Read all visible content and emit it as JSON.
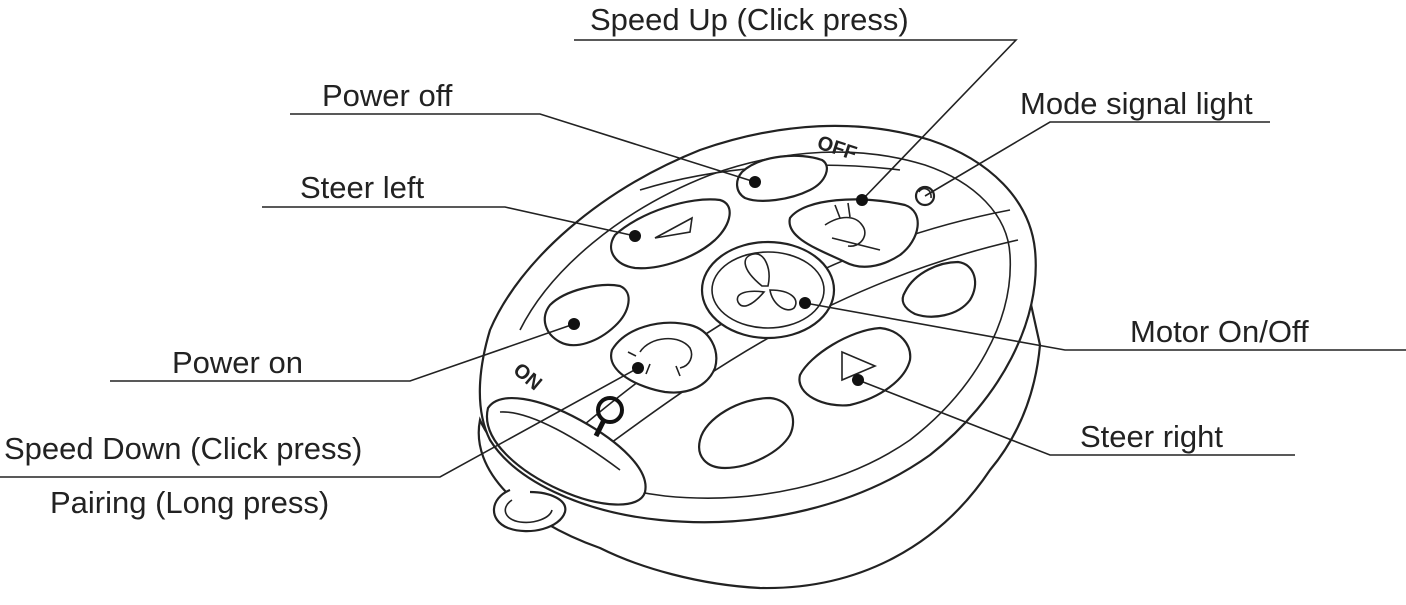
{
  "callouts": {
    "speed_up": "Speed Up (Click press)",
    "power_off": "Power off",
    "mode_signal_light": "Mode signal light",
    "steer_left": "Steer left",
    "motor_on_off": "Motor On/Off",
    "power_on": "Power on",
    "steer_right": "Steer right",
    "speed_down": "Speed Down (Click press)",
    "pairing": "Pairing (Long press)"
  },
  "device_labels": {
    "off": "OFF",
    "on": "ON"
  }
}
